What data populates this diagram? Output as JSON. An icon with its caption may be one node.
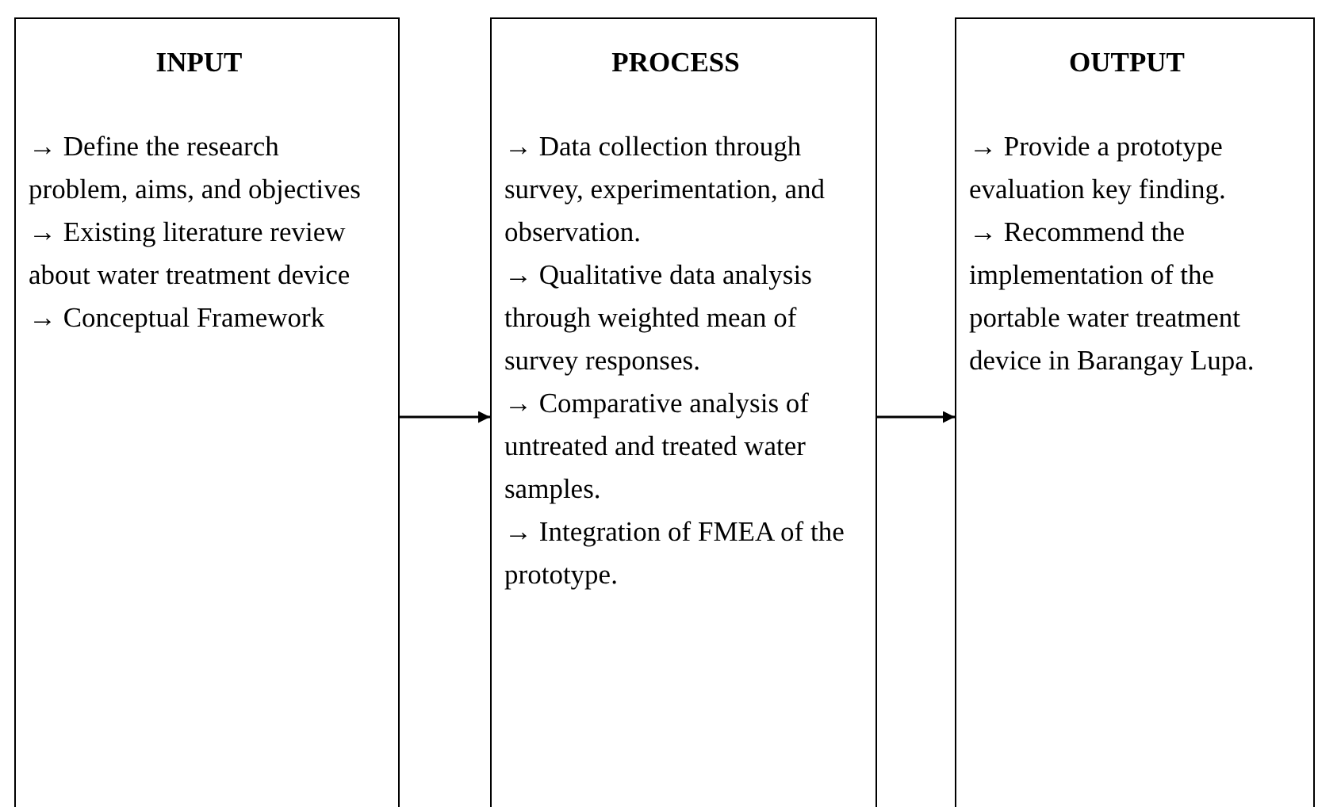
{
  "diagram": {
    "nodes": [
      {
        "text": [
          "INPUT",
          "→ Define the research problem, aims, and objectives",
          "→ Existing literature review about water treatment device",
          "→  Conceptual Framework"
        ]
      },
      {
        "text": [
          "PROCESS",
          "→ Data collection through survey, experimentation, and observation.",
          "→ Qualitative data analysis through weighted mean of survey responses.",
          "→ Comparative analysis of untreated and treated water samples.",
          "→ Integration of FMEA of the prototype."
        ]
      },
      {
        "text": [
          "OUTPUT",
          "→ Provide a prototype evaluation key finding.",
          "→ Recommend the implementation of the portable water treatment device in Barangay Lupa."
        ]
      }
    ],
    "edges": [
      {
        "from": 0,
        "to": 1,
        "arrow": "to"
      },
      {
        "from": 1,
        "to": 2,
        "arrow": "to"
      }
    ]
  }
}
